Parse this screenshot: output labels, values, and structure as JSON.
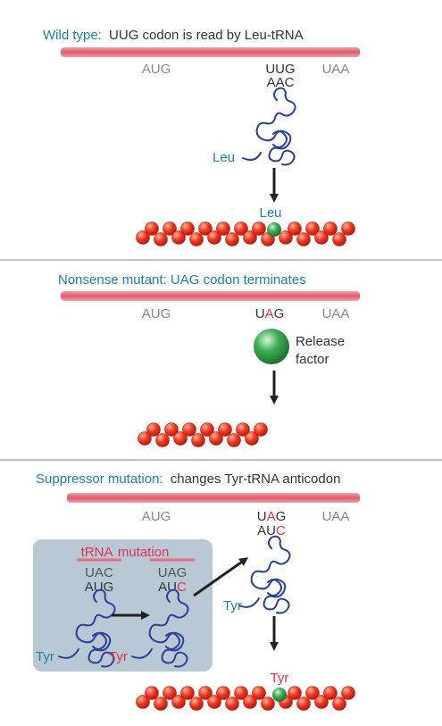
{
  "panel1": {
    "heading_prefix": "Wild type:",
    "heading_rest": "UUG codon is read by Leu-tRNA",
    "codon_start": "AUG",
    "codon_middle": "UUG",
    "anticodon": "AAC",
    "codon_stop": "UAA",
    "trna_label": "Leu",
    "bead_label": "Leu"
  },
  "panel2": {
    "heading": "Nonsense mutant: UAG codon terminates",
    "codon_start": "AUG",
    "codon_mid_1": "U",
    "codon_mid_2": "A",
    "codon_mid_3": "G",
    "codon_stop": "UAA",
    "factor_line1": "Release",
    "factor_line2": "factor"
  },
  "panel3": {
    "heading_prefix": "Suppressor mutation:",
    "heading_rest": "changes Tyr-tRNA anticodon",
    "codon_start": "AUG",
    "codon_mid_1": "U",
    "codon_mid_2": "A",
    "codon_mid_3": "G",
    "anticodon_1": "AU",
    "anticodon_2": "C",
    "codon_stop": "UAA",
    "box_title_1": "tRNA",
    "box_title_2": "mutation",
    "left_codon": "UAC",
    "left_anticodon": "AUG",
    "right_codon": "UAG",
    "right_anticodon_1": "AU",
    "right_anticodon_2": "C",
    "tyr_left": "Tyr",
    "tyr_middle": "Tyr",
    "tyr_right": "Tyr",
    "bead_label": "Tyr"
  },
  "colors": {
    "mrna": "#e66c7c",
    "label_blue": "#1f7fa0",
    "mutation_red": "#e0305a",
    "bead_red": "#e8321e",
    "green": "#2d9a45",
    "box_fill": "#b8c8d4",
    "trna_blue": "#2c3f9a"
  }
}
